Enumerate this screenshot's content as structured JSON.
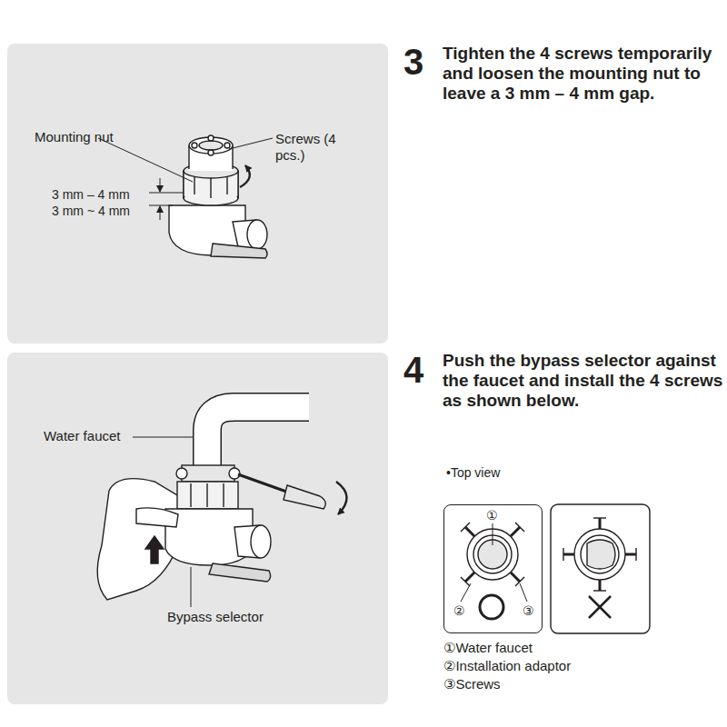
{
  "diagram": {
    "nodes": [
      {
        "text": [
          "Mounting nut",
          "Screws (4 pcs.)",
          "3 mm – 4 mm",
          "3 mm ~ 4 mm"
        ]
      },
      {
        "text": [
          "Water faucet",
          "Bypass selector"
        ]
      },
      {
        "text": [
          "①",
          "②",
          "③"
        ]
      }
    ],
    "labels": [
      "3",
      "Tighten the 4 screws temporarily and loosen the mounting nut to leave a 3 mm – 4 mm gap.",
      "4",
      "Push the bypass selector against the faucet and install the 4 screws as shown below.",
      "•Top view",
      "①Water faucet",
      "②Installation adaptor",
      "③Screws"
    ]
  }
}
